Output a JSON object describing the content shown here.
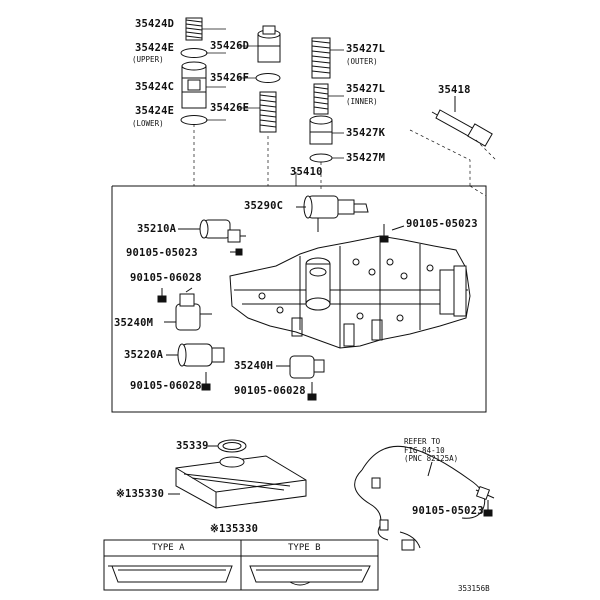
{
  "parts": {
    "p35424D": "35424D",
    "p35424E_upper": "35424E",
    "upper": "(UPPER)",
    "p35424C": "35424C",
    "p35424E_lower": "35424E",
    "lower": "(LOWER)",
    "p35426D": "35426D",
    "p35426F": "35426F",
    "p35426E": "35426E",
    "p35427L_outer": "35427L",
    "outer": "(OUTER)",
    "p35427L_inner": "35427L",
    "inner": "(INNER)",
    "p35427K": "35427K",
    "p35427M": "35427M",
    "p35418": "35418",
    "p35410": "35410",
    "p35290C": "35290C",
    "p35210A": "35210A",
    "b90105_05023_a": "90105-05023",
    "b90105_05023_b": "90105-05023",
    "b90105_06028_a": "90105-06028",
    "p35240M": "35240M",
    "p35220A": "35220A",
    "p35240H": "35240H",
    "b90105_06028_b": "90105-06028",
    "b90105_06028_c": "90105-06028",
    "p35339": "35339",
    "p35330": "※135330",
    "p35330_b": "※135330",
    "b90105_05023_c": "90105-05023"
  },
  "refer": {
    "line1": "REFER TO",
    "line2": "FIG 84-10",
    "line3": "(PNC 82125A)"
  },
  "table": {
    "type_a": "TYPE A",
    "type_b": "TYPE B"
  },
  "diagram_code": "353156B"
}
